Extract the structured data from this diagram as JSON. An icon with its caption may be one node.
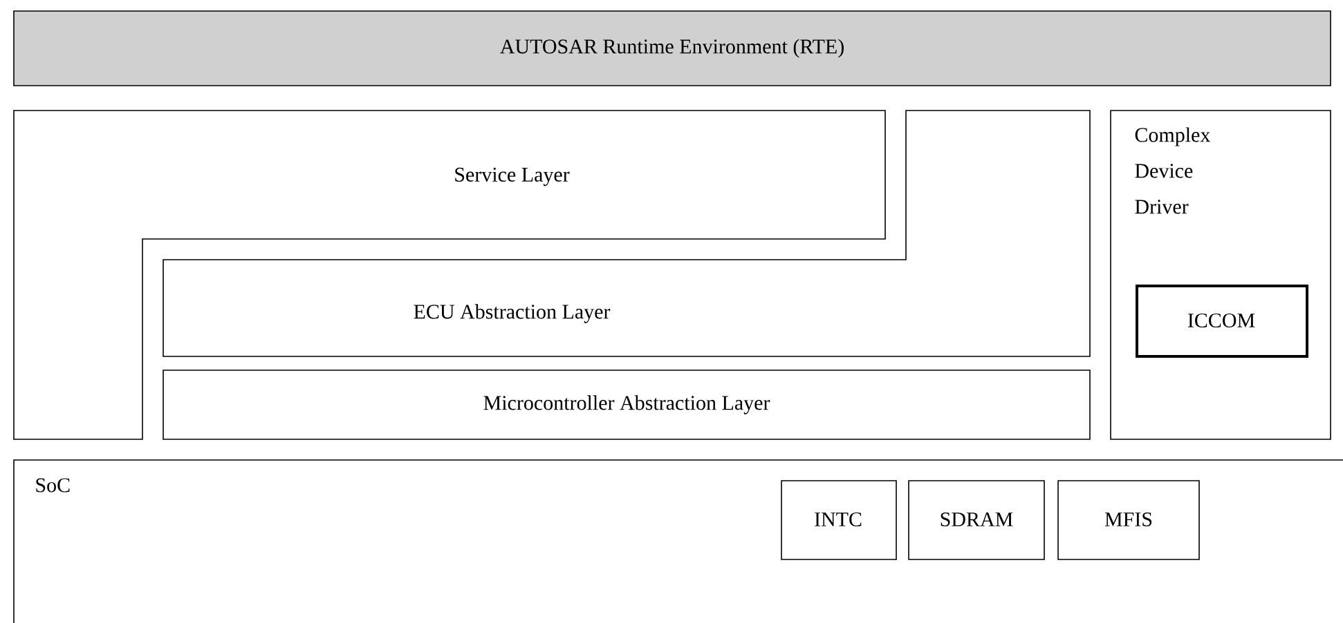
{
  "diagram": {
    "nodes": [
      {
        "text": [
          "AUTOSAR Runtime Environment (RTE)"
        ]
      },
      {
        "text": [
          "Service Layer"
        ]
      },
      {
        "text": [
          "ECU Abstraction Layer"
        ]
      },
      {
        "text": [
          "Microcontroller Abstraction Layer"
        ]
      },
      {
        "text": [
          "Complex Device Driver"
        ]
      },
      {
        "text": [
          "ICCOM"
        ],
        "in": 4
      },
      {
        "text": [
          "SoC"
        ]
      },
      {
        "text": [
          "INTC"
        ],
        "in": 6
      },
      {
        "text": [
          "SDRAM"
        ],
        "in": 6
      },
      {
        "text": [
          "MFIS"
        ],
        "in": 6
      }
    ]
  }
}
